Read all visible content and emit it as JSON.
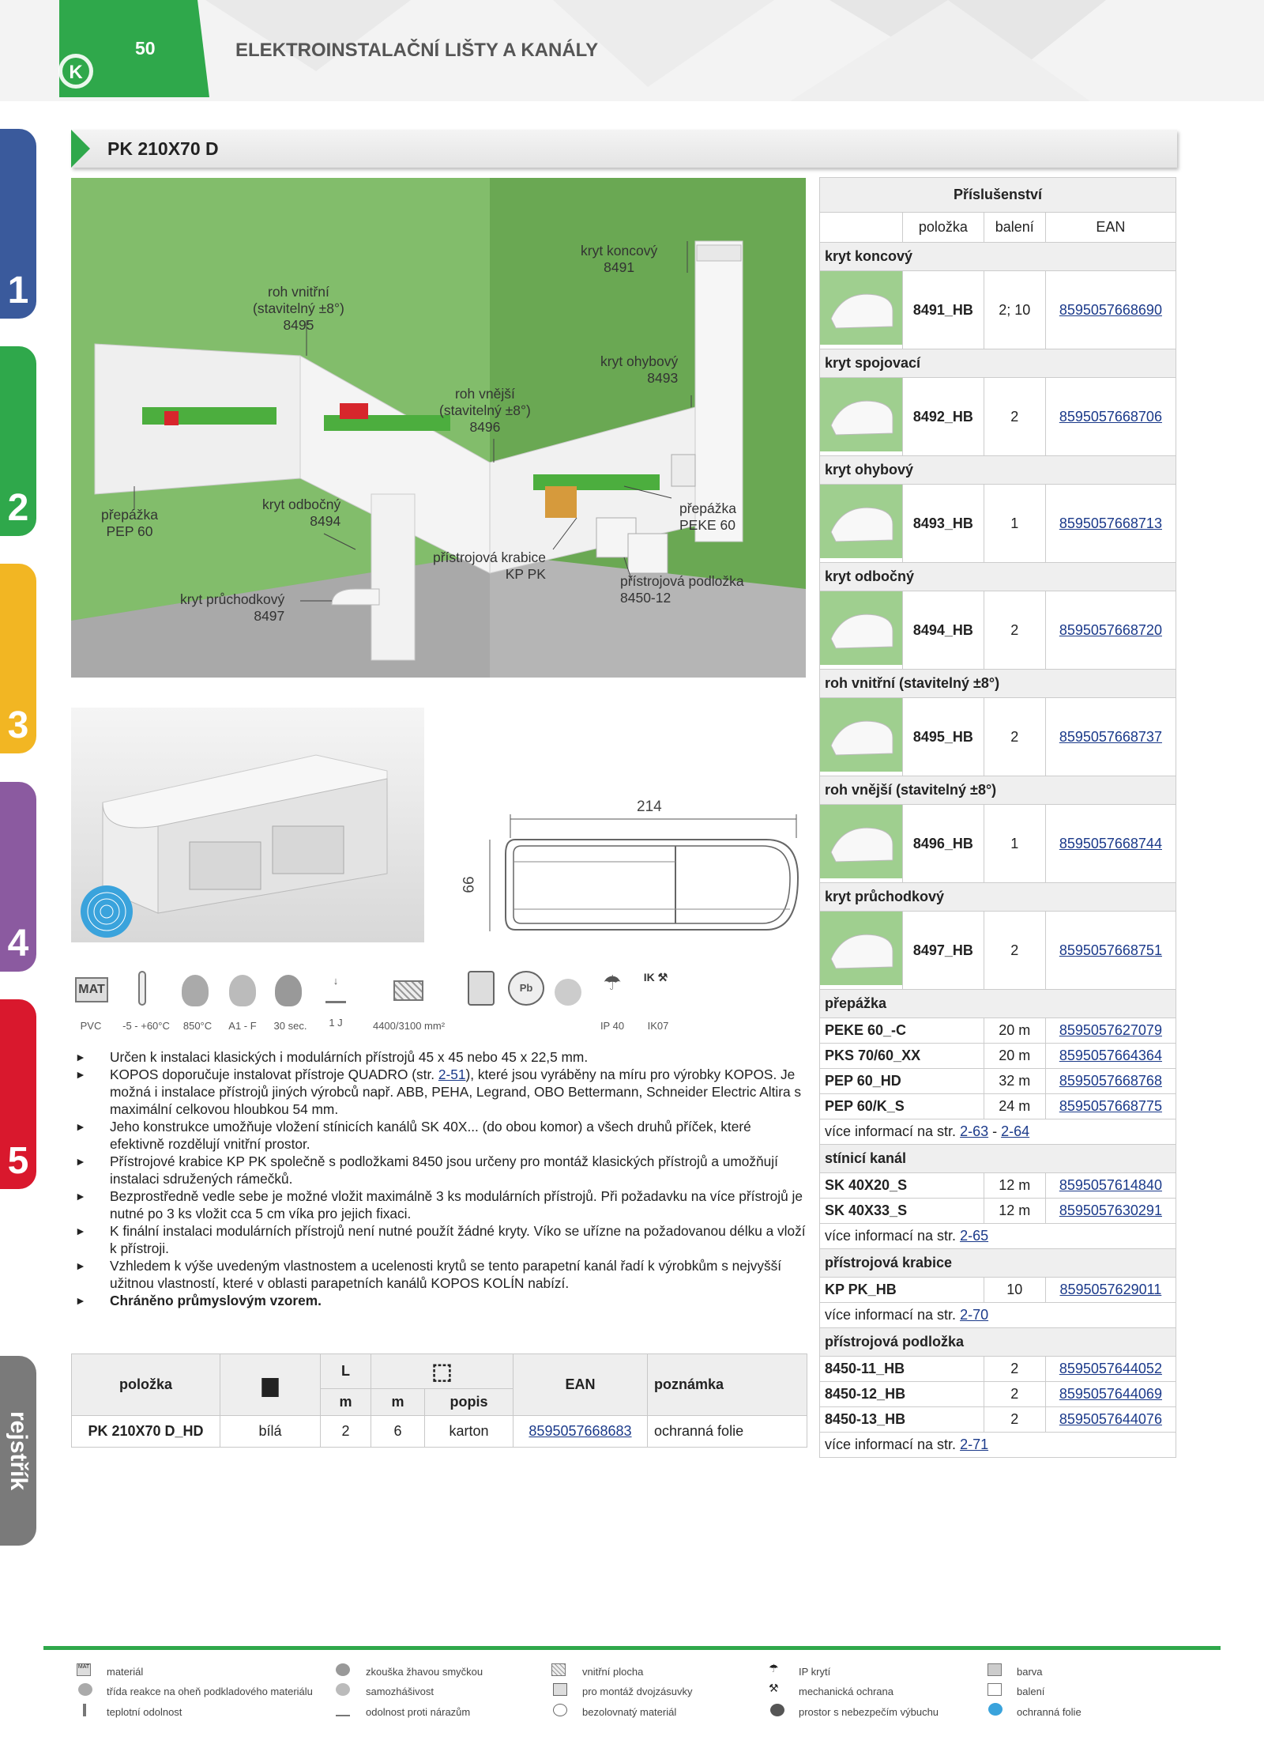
{
  "header": {
    "page_number": "50",
    "title": "ELEKTROINSTALAČNÍ LIŠTY A KANÁLY"
  },
  "side_tabs": [
    {
      "label": "1",
      "color": "#3a5a9c"
    },
    {
      "label": "2",
      "color": "#2fa84b"
    },
    {
      "label": "3",
      "color": "#f2b623"
    },
    {
      "label": "4",
      "color": "#8b5aa0"
    },
    {
      "label": "5",
      "color": "#d9182d"
    },
    {
      "label": "rejstřík",
      "color": "#7a7a7a"
    }
  ],
  "product_title": "PK 210X70 D",
  "scene_labels": {
    "kryt_koncovy": "kryt koncový\n8491",
    "roh_vnitrni": "roh vnitřní\n(stavitelný ±8°)\n8495",
    "kryt_ohybovy": "kryt ohybový\n8493",
    "roh_vnejsi": "roh vnější\n(stavitelný ±8°)\n8496",
    "prepazka_pep": "přepážka\nPEP 60",
    "kryt_odbocny": "kryt odbočný\n8494",
    "prepazka_peke": "přepážka\nPEKE 60",
    "pristrojova_krabice": "přístrojová krabice\nKP PK",
    "pristrojova_podlozka": "přístrojová podložka\n8450-12",
    "kryt_pruchodkovy": "kryt průchodkový\n8497"
  },
  "drawing": {
    "width": "214",
    "height": "66"
  },
  "properties": [
    {
      "icon": "MAT",
      "label": "PVC"
    },
    {
      "icon": "thermometer",
      "label": "-5 - +60°C"
    },
    {
      "icon": "glow-wire",
      "label": "850°C"
    },
    {
      "icon": "flame",
      "label": "A1 - F"
    },
    {
      "icon": "flame-out",
      "label": "30 sec."
    },
    {
      "icon": "impact",
      "label": "1 J"
    },
    {
      "icon": "inner-area",
      "label": "4400/3100 mm²"
    },
    {
      "icon": "double-socket",
      "label": ""
    },
    {
      "icon": "pb-free",
      "label": ""
    },
    {
      "icon": "bomb",
      "label": ""
    },
    {
      "icon": "ip",
      "label": "IP 40"
    },
    {
      "icon": "ik",
      "label": "IK07"
    }
  ],
  "notes": [
    "Určen k instalaci klasických i modulárních přístrojů 45 x 45 nebo 45 x 22,5 mm.",
    "KOPOS doporučuje instalovat přístroje QUADRO (str. 2-51), které jsou vyráběny na míru pro výrobky KOPOS. Je možná i instalace přístrojů jiných výrobců např. ABB, PEHA, Legrand, OBO Bettermann, Schneider Electric Altira s maximální celkovou hloubkou 54 mm.",
    "Jeho konstrukce umožňuje vložení stínicích kanálů SK 40X... (do obou komor) a všech druhů příček, které efektivně rozdělují vnitřní prostor.",
    "Přístrojové krabice KP PK společně s podložkami 8450 jsou určeny pro montáž klasických přístrojů a umožňují instalaci sdružených rámečků.",
    "Bezprostředně vedle sebe je možné vložit maximálně 3 ks modulárních přístrojů. Při požadavku na více přístrojů je nutné po 3 ks vložit cca 5 cm víka pro jejich fixaci.",
    "K finální instalaci modulárních přístrojů není nutné použít žádné kryty. Víko se uřízne na požadovanou délku a vloží k přístroji.",
    "Vzhledem k výše uvedeným vlastnostem a ucelenosti krytů se tento parapetní kanál řadí k výrobkům s nejvyšší užitnou vlastností, které v oblasti parapetních kanálů KOPOS KOLÍN nabízí.",
    "Chráněno průmyslovým vzorem."
  ],
  "main_table": {
    "headers": {
      "polozka": "položka",
      "l": "L",
      "m1": "m",
      "m2": "m",
      "popis": "popis",
      "ean": "EAN",
      "poznamka": "poznámka"
    },
    "row": {
      "polozka": "PK 210X70 D_HD",
      "barva": "bílá",
      "l": "2",
      "m": "6",
      "popis": "karton",
      "ean": "8595057668683",
      "poznamka": "ochranná folie"
    }
  },
  "accessories": {
    "title": "Příslušenství",
    "col_polozka": "položka",
    "col_baleni": "balení",
    "col_ean": "EAN",
    "items": [
      {
        "name": "kryt koncový",
        "code": "8491_HB",
        "pack": "2; 10",
        "ean": "8595057668690"
      },
      {
        "name": "kryt spojovací",
        "code": "8492_HB",
        "pack": "2",
        "ean": "8595057668706"
      },
      {
        "name": "kryt ohybový",
        "code": "8493_HB",
        "pack": "1",
        "ean": "8595057668713"
      },
      {
        "name": "kryt odbočný",
        "code": "8494_HB",
        "pack": "2",
        "ean": "8595057668720"
      },
      {
        "name": "roh vnitřní (stavitelný ±8°)",
        "code": "8495_HB",
        "pack": "2",
        "ean": "8595057668737"
      },
      {
        "name": "roh vnější (stavitelný ±8°)",
        "code": "8496_HB",
        "pack": "1",
        "ean": "8595057668744"
      },
      {
        "name": "kryt průchodkový",
        "code": "8497_HB",
        "pack": "2",
        "ean": "8595057668751"
      }
    ],
    "groups": [
      {
        "name": "přepážka",
        "rows": [
          [
            "PEKE 60_-C",
            "20 m",
            "8595057627079"
          ],
          [
            "PKS 70/60_XX",
            "20 m",
            "8595057664364"
          ],
          [
            "PEP 60_HD",
            "32 m",
            "8595057668768"
          ],
          [
            "PEP 60/K_S",
            "24 m",
            "8595057668775"
          ]
        ],
        "more": "více informací na str.",
        "links": [
          "2-63",
          "2-64"
        ]
      },
      {
        "name": "stínicí kanál",
        "rows": [
          [
            "SK 40X20_S",
            "12 m",
            "8595057614840"
          ],
          [
            "SK 40X33_S",
            "12 m",
            "8595057630291"
          ]
        ],
        "more": "více informací na str.",
        "links": [
          "2-65"
        ]
      },
      {
        "name": "přístrojová krabice",
        "rows": [
          [
            "KP PK_HB",
            "10",
            "8595057629011"
          ]
        ],
        "more": "více informací na str.",
        "links": [
          "2-70"
        ]
      },
      {
        "name": "přístrojová podložka",
        "rows": [
          [
            "8450-11_HB",
            "2",
            "8595057644052"
          ],
          [
            "8450-12_HB",
            "2",
            "8595057644069"
          ],
          [
            "8450-13_HB",
            "2",
            "8595057644076"
          ]
        ],
        "more": "více informací na str.",
        "links": [
          "2-71"
        ]
      }
    ]
  },
  "legend": [
    "materiál",
    "třída reakce na oheň podkladového materiálu",
    "teplotní odolnost",
    "zkouška žhavou smyčkou",
    "samozhášivost",
    "odolnost proti nárazům",
    "vnitřní plocha",
    "pro montáž dvojzásuvky",
    "bezolovnatý materiál",
    "IP krytí",
    "mechanická ochrana",
    "prostor s nebezpečím výbuchu",
    "barva",
    "balení",
    "ochranná folie"
  ],
  "colors": {
    "green": "#2fa84b",
    "wall": "#7ab563"
  }
}
